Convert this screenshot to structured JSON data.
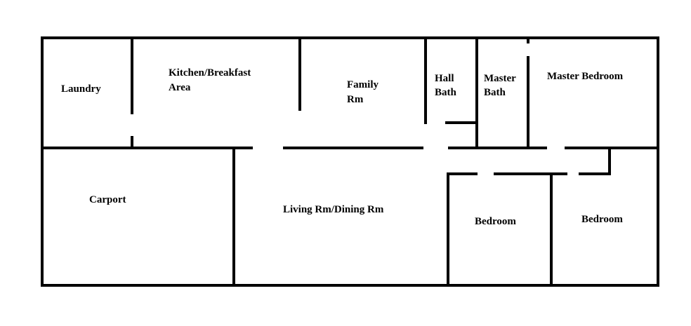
{
  "floor_plan": {
    "colors": {
      "wall": "#000000",
      "background": "#ffffff",
      "text": "#000000"
    },
    "rooms": {
      "laundry": {
        "lines": [
          "Laundry"
        ]
      },
      "kitchen": {
        "lines": [
          "Kitchen/Breakfast",
          "Area"
        ]
      },
      "family": {
        "lines": [
          "Family",
          "Rm"
        ]
      },
      "hall_bath": {
        "lines": [
          "Hall",
          "Bath"
        ]
      },
      "master_bath": {
        "lines": [
          "Master",
          "Bath"
        ]
      },
      "master_bedroom": {
        "lines": [
          "Master Bedroom"
        ]
      },
      "carport": {
        "lines": [
          "Carport"
        ]
      },
      "living": {
        "lines": [
          "Living Rm/Dining Rm"
        ]
      },
      "bedroom_1": {
        "lines": [
          "Bedroom"
        ]
      },
      "bedroom_2": {
        "lines": [
          "Bedroom"
        ]
      }
    }
  }
}
